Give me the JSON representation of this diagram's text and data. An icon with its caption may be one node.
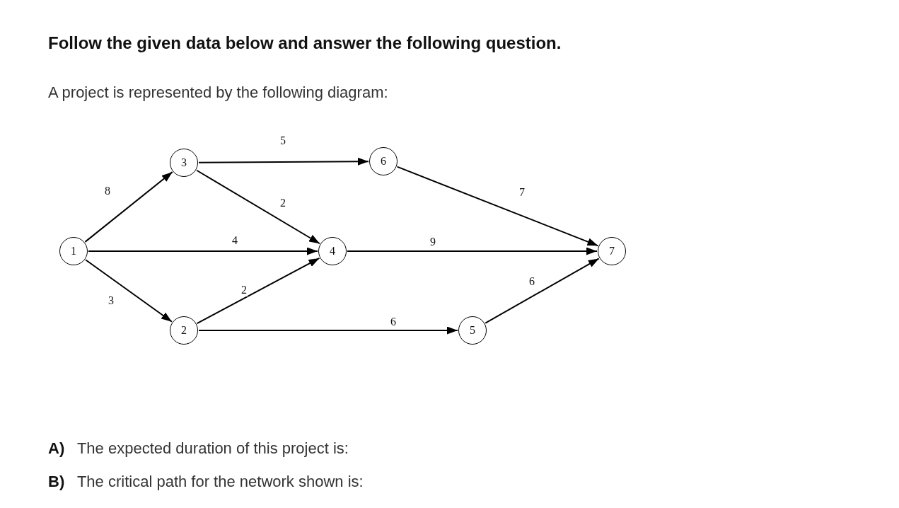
{
  "diagram": {
    "title": "Follow the given data below and answer the following question.",
    "nodes": [
      {
        "text": [
          "1"
        ]
      },
      {
        "text": [
          "3"
        ]
      },
      {
        "text": [
          "2"
        ]
      },
      {
        "text": [
          "4"
        ]
      },
      {
        "text": [
          "6"
        ]
      },
      {
        "text": [
          "5"
        ]
      },
      {
        "text": [
          "7"
        ]
      }
    ],
    "edges": [
      {
        "from": 0,
        "to": 1,
        "arrow": "to",
        "label": "8"
      },
      {
        "from": 0,
        "to": 3,
        "arrow": "to",
        "label": "4"
      },
      {
        "from": 0,
        "to": 2,
        "arrow": "to",
        "label": "3"
      },
      {
        "from": 1,
        "to": 4,
        "arrow": "to",
        "label": "5"
      },
      {
        "from": 1,
        "to": 3,
        "arrow": "to",
        "label": "2"
      },
      {
        "from": 2,
        "to": 3,
        "arrow": "to",
        "label": "2"
      },
      {
        "from": 2,
        "to": 5,
        "arrow": "to",
        "label": "6"
      },
      {
        "from": 4,
        "to": 6,
        "arrow": "to",
        "label": "7"
      },
      {
        "from": 3,
        "to": 6,
        "arrow": "to",
        "label": "9"
      },
      {
        "from": 5,
        "to": 6,
        "arrow": "to",
        "label": "6"
      }
    ],
    "labels": [
      "A project is represented by the following diagram:",
      "**A)** The expected duration of this project is:",
      "**B)** The critical path for the network shown is:"
    ]
  }
}
